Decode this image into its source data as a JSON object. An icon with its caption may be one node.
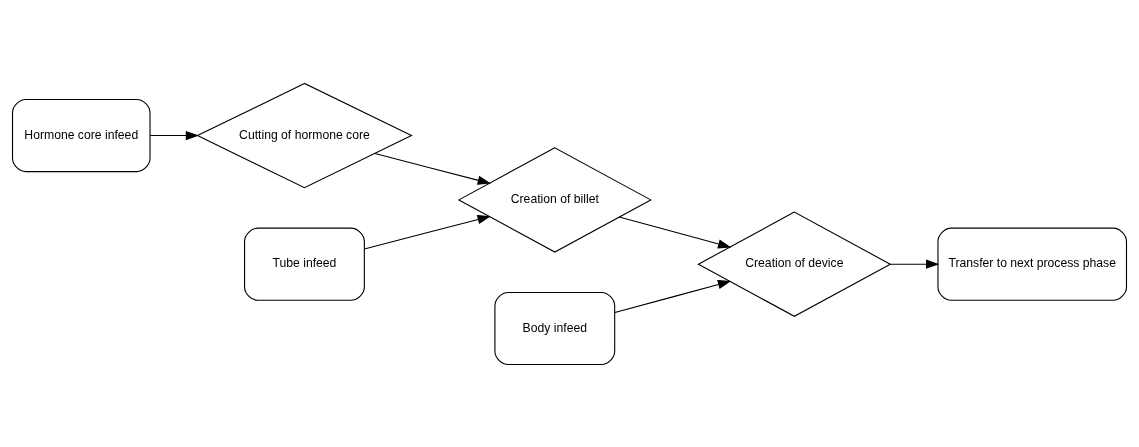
{
  "diagram": {
    "nodes": [
      {
        "text": [
          "Hormone core infeed"
        ]
      },
      {
        "text": [
          "Cutting of hormone core"
        ]
      },
      {
        "text": [
          "Tube infeed"
        ]
      },
      {
        "text": [
          "Creation of billet"
        ]
      },
      {
        "text": [
          "Body infeed"
        ]
      },
      {
        "text": [
          "Creation of device"
        ]
      },
      {
        "text": [
          "Transfer to next process phase"
        ]
      }
    ],
    "edges": [
      {
        "from": 0,
        "to": 1,
        "arrow": "to"
      },
      {
        "from": 1,
        "to": 3,
        "arrow": "to"
      },
      {
        "from": 2,
        "to": 3,
        "arrow": "to"
      },
      {
        "from": 3,
        "to": 5,
        "arrow": "to"
      },
      {
        "from": 4,
        "to": 5,
        "arrow": "to"
      },
      {
        "from": 5,
        "to": 6,
        "arrow": "to"
      }
    ]
  }
}
